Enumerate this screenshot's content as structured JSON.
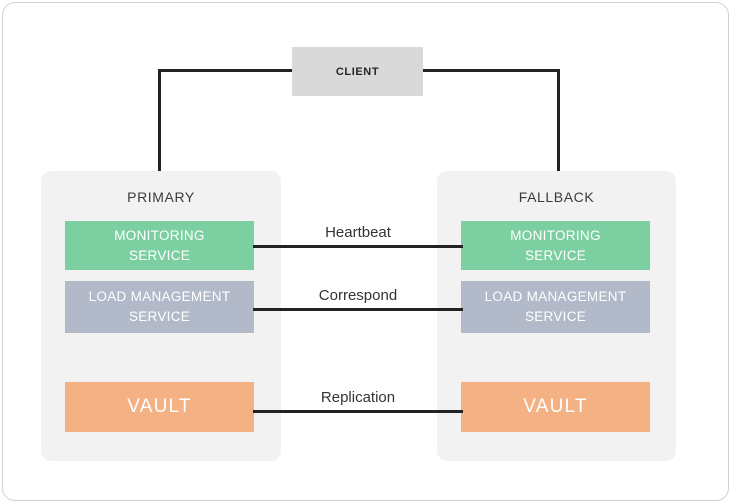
{
  "client": {
    "label": "CLIENT"
  },
  "panels": {
    "primary": {
      "title": "PRIMARY",
      "monitoring": "MONITORING SERVICE",
      "load": "LOAD MANAGEMENT SERVICE",
      "vault": "VAULT"
    },
    "fallback": {
      "title": "FALLBACK",
      "monitoring": "MONITORING SERVICE",
      "load": "LOAD MANAGEMENT SERVICE",
      "vault": "VAULT"
    }
  },
  "links": {
    "heartbeat": "Heartbeat",
    "correspond": "Correspond",
    "replication": "Replication"
  },
  "colors": {
    "monitoring": "#7ccfa1",
    "load": "#b2bac9",
    "vault": "#f4b183",
    "client": "#d9d9d9",
    "panel": "#f2f2f2",
    "line": "#222222"
  }
}
